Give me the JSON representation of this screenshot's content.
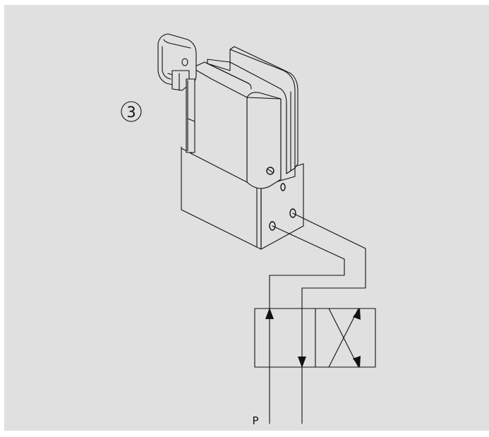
{
  "colors": {
    "page_border": "#ffffff",
    "canvas": "#e0e0e0",
    "line": "#111111"
  },
  "callout": {
    "number": "3"
  },
  "valve": {
    "pressure_port_label": "P"
  },
  "icons": {
    "callout": "circled-number",
    "arrow_up": "arrow-up-icon",
    "arrow_down": "arrow-down-icon"
  }
}
